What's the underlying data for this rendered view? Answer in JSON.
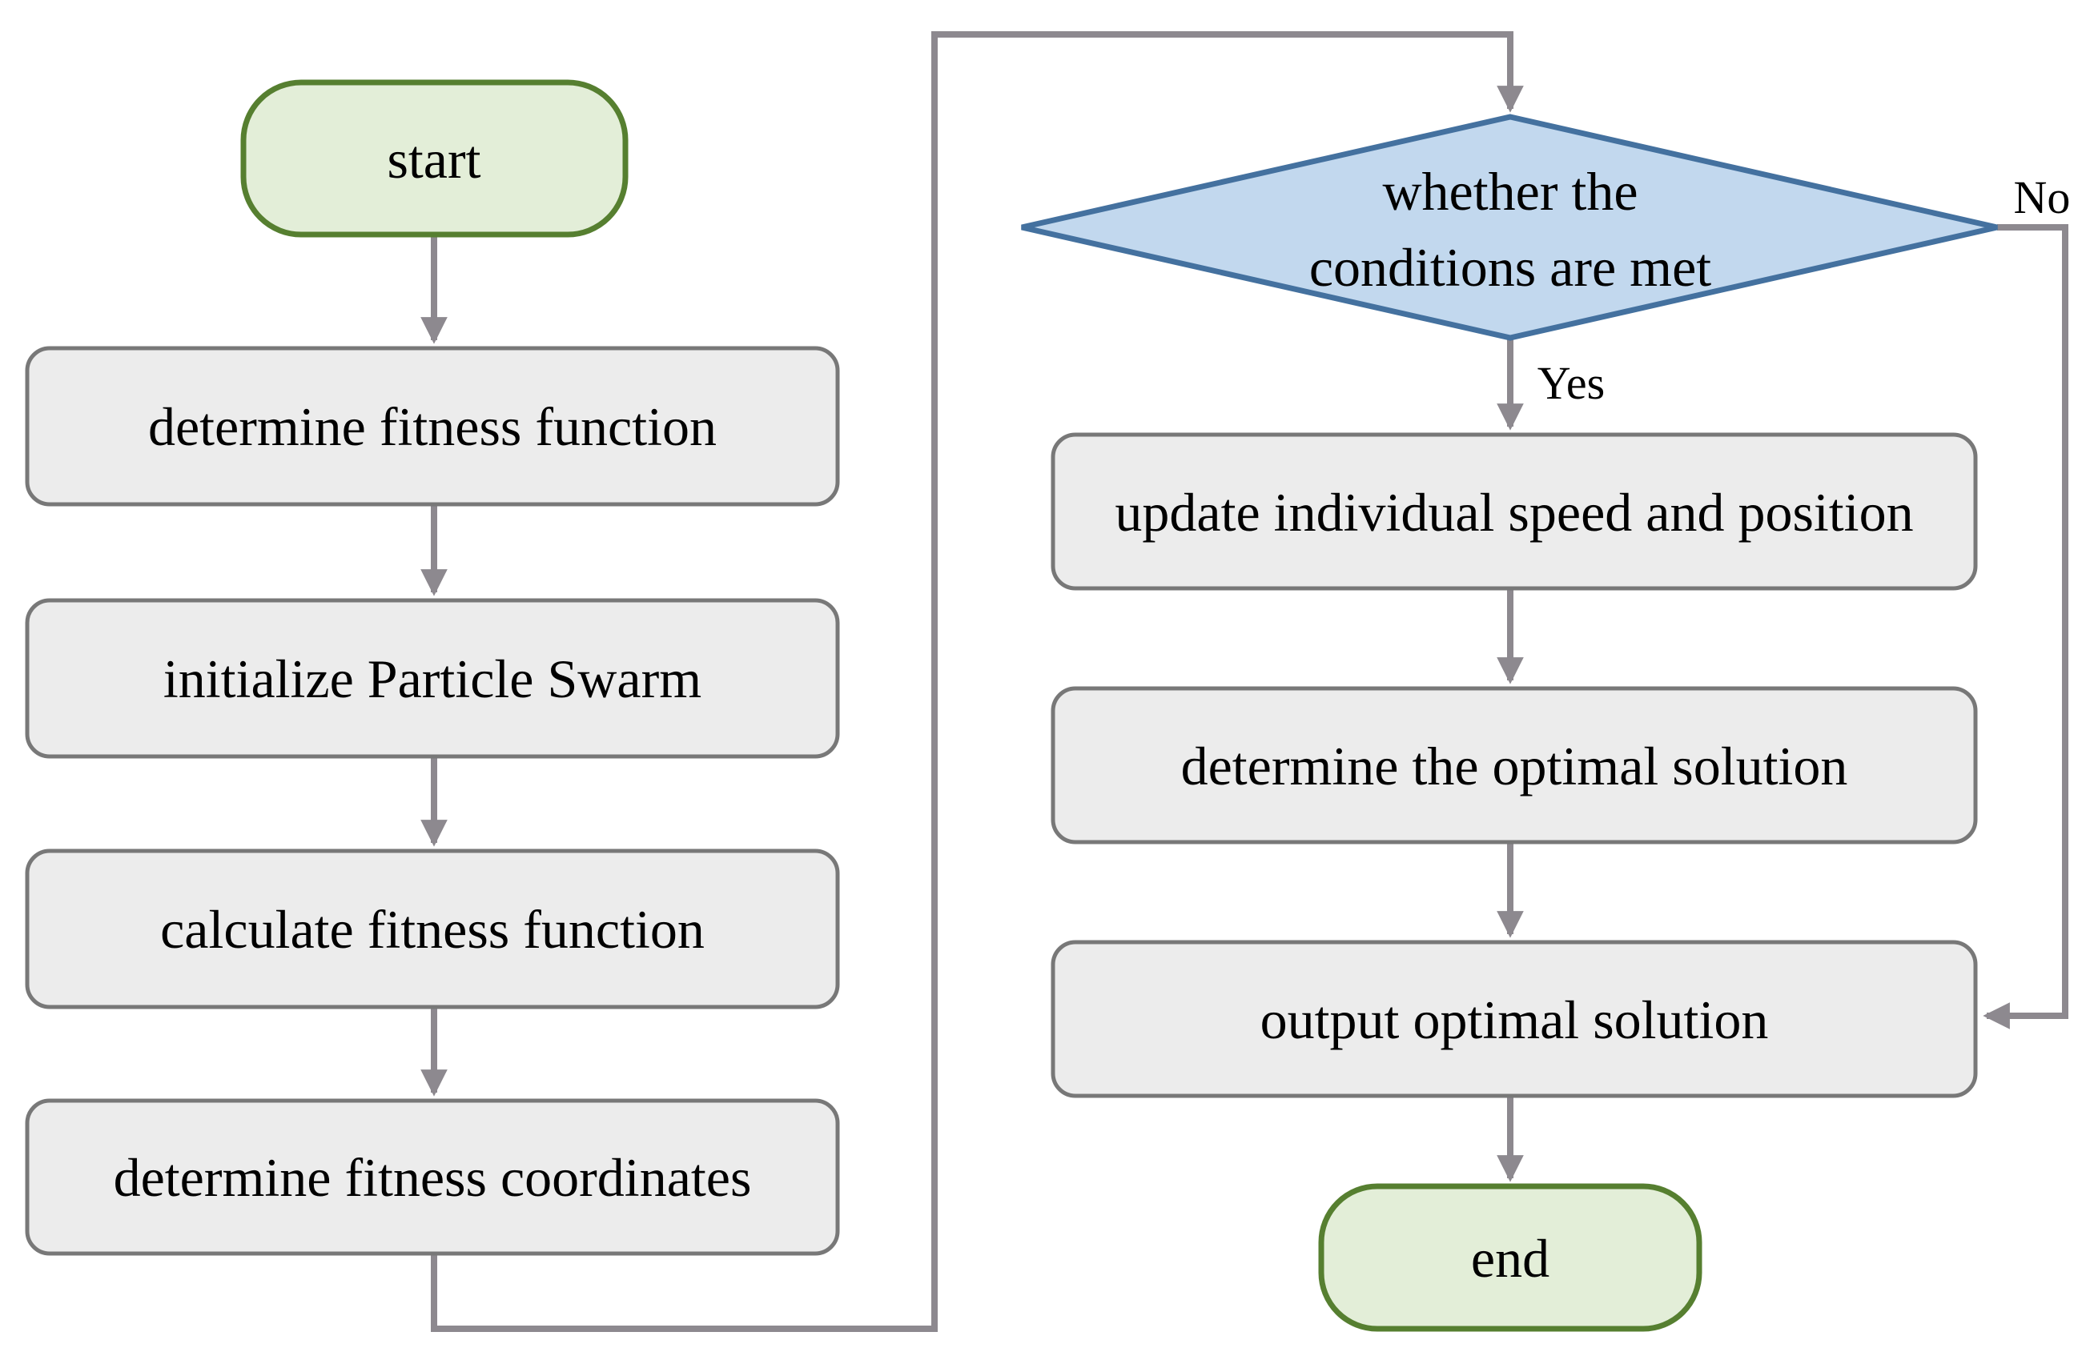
{
  "nodes": {
    "start": {
      "label": "start",
      "shape": "terminator"
    },
    "determine_fitness_function": {
      "label": "determine fitness function",
      "shape": "process"
    },
    "initialize_particle_swarm": {
      "label": "initialize Particle Swarm",
      "shape": "process"
    },
    "calculate_fitness_function": {
      "label": "calculate fitness function",
      "shape": "process"
    },
    "determine_fitness_coordinates": {
      "label": "determine fitness coordinates",
      "shape": "process"
    },
    "condition_check": {
      "label_line1": "whether the",
      "label_line2": "conditions are met",
      "shape": "decision"
    },
    "update_speed_position": {
      "label": "update individual speed and position",
      "shape": "process"
    },
    "determine_optimal_solution": {
      "label": "determine the optimal solution",
      "shape": "process"
    },
    "output_optimal_solution": {
      "label": "output optimal solution",
      "shape": "process"
    },
    "end": {
      "label": "end",
      "shape": "terminator"
    }
  },
  "edge_labels": {
    "yes": "Yes",
    "no": "No"
  },
  "colors": {
    "background": "#ffffff",
    "terminator-fill": "#e3eed8",
    "terminator-stroke": "#567f30",
    "process-fill": "#ececec",
    "process-stroke": "#787878",
    "decision-fill": "#c2d8ee",
    "decision-stroke": "#44719f",
    "connector": "#8d898f",
    "text": "#000000"
  }
}
